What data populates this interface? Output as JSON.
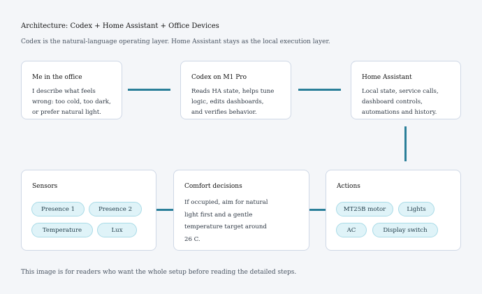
{
  "header": {
    "title": "Architecture: Codex + Home Assistant + Office Devices",
    "subtitle": "Codex is the natural-language operating layer. Home Assistant stays as the local execution layer."
  },
  "nodes": {
    "me": {
      "title": "Me in the office",
      "body": "I describe what feels\nwrong: too cold, too dark,\nor prefer natural light."
    },
    "codex": {
      "title": "Codex on M1 Pro",
      "body": "Reads HA state, helps tune\nlogic, edits dashboards,\nand verifies behavior."
    },
    "ha": {
      "title": "Home Assistant",
      "body": "Local state, service calls,\ndashboard controls,\nautomations and history."
    },
    "sensors": {
      "title": "Sensors",
      "pills": [
        "Presence 1",
        "Presence 2",
        "Temperature",
        "Lux"
      ]
    },
    "comfort": {
      "title": "Comfort decisions",
      "body": "If occupied, aim for natural\nlight first and a gentle\ntemperature target around\n26 C."
    },
    "actions": {
      "title": "Actions",
      "pills": [
        "MT25B motor",
        "Lights",
        "AC",
        "Display switch"
      ]
    }
  },
  "footer": {
    "note": "This image is for readers who want the whole setup before reading the detailed steps."
  },
  "colors": {
    "connector": "#2a7f99",
    "pill_fill": "#dff3f8",
    "card_border": "#cfd8e6"
  }
}
